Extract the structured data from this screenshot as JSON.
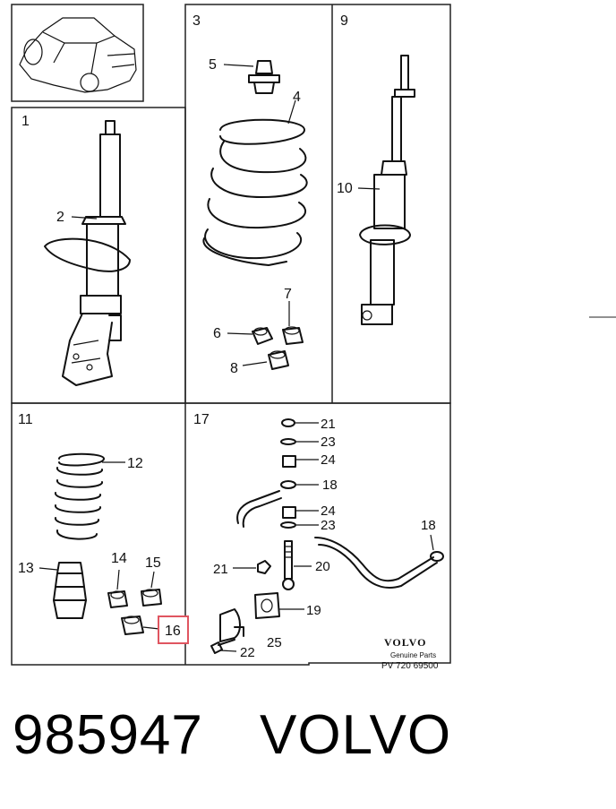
{
  "diagram": {
    "panels": [
      {
        "id": "p1",
        "label": "1"
      },
      {
        "id": "p3",
        "label": "3"
      },
      {
        "id": "p9",
        "label": "9"
      },
      {
        "id": "p11",
        "label": "11"
      },
      {
        "id": "p17",
        "label": "17"
      }
    ],
    "callouts": {
      "c2": "2",
      "c4": "4",
      "c5": "5",
      "c6": "6",
      "c7": "7",
      "c8": "8",
      "c10": "10",
      "c12": "12",
      "c13": "13",
      "c14": "14",
      "c15": "15",
      "c16": "16",
      "c21a": "21",
      "c23a": "23",
      "c24a": "24",
      "c18a": "18",
      "c24b": "24",
      "c23b": "23",
      "c18b": "18",
      "c21b": "21",
      "c20": "20",
      "c19": "19",
      "c25": "25",
      "c22": "22"
    },
    "highlighted_callout": "16",
    "highlight_color": "#e05560",
    "branding": {
      "logo": "VOLVO",
      "subtitle": "Genuine Parts",
      "document_number": "PV 720 69500"
    }
  },
  "footer": {
    "part_number": "985947",
    "brand": "VOLVO"
  }
}
